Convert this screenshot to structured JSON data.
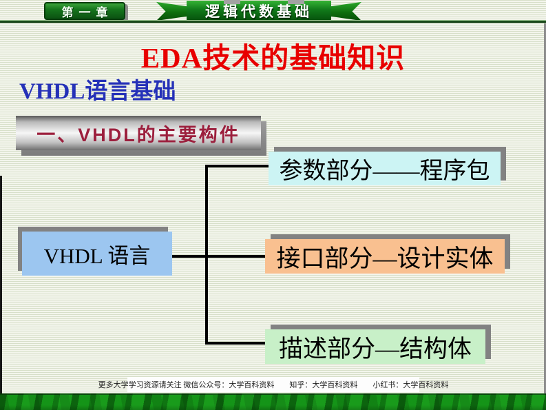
{
  "theme": {
    "green_dark": "#0b5212",
    "green_bright": "#2fae2f",
    "title_red": "#e80000",
    "subtitle_blue": "#2531b8",
    "banner_text_maroon": "#9c1f3d",
    "shadow_gray": "#828282",
    "connector_black": "#000000"
  },
  "header": {
    "chapter_badge": "第一章",
    "chapter_title": "逻辑代数基础"
  },
  "slide": {
    "title": "EDA技术的基础知识",
    "subtitle": "VHDL语言基础",
    "section_banner": "一、VHDL的主要构件"
  },
  "diagram": {
    "root": {
      "label": "VHDL 语言",
      "fill": "#9cc6f0"
    },
    "branches": [
      {
        "label": "参数部分——程序包",
        "fill": "#ccf4f4"
      },
      {
        "label": "接口部分—设计实体",
        "fill": "#f9c090"
      },
      {
        "label": "描述部分—结构体",
        "fill": "#c8f0c8"
      }
    ]
  },
  "footer": {
    "watermark": "更多大学学习资源请关注 微信公众号：大学百科资料　　知乎：大学百科资料　　小红书：大学百科资料"
  }
}
